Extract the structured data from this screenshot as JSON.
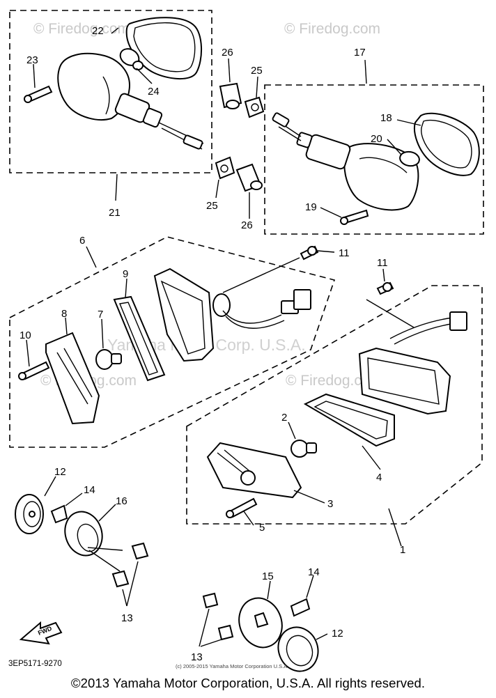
{
  "watermarks": {
    "top_left": "© Firedog.com",
    "top_right": "© Firedog.com",
    "mid_left": "© Firedog.com",
    "mid_right": "© Firedog.com",
    "center": "Yamaha Motor Corp. U.S.A."
  },
  "callouts": {
    "c1": "1",
    "c2": "2",
    "c3": "3",
    "c4": "4",
    "c5": "5",
    "c6": "6",
    "c7": "7",
    "c8": "8",
    "c9": "9",
    "c10": "10",
    "c11a": "11",
    "c11b": "11",
    "c12a": "12",
    "c12b": "12",
    "c13a": "13",
    "c13b": "13",
    "c14a": "14",
    "c14b": "14",
    "c15": "15",
    "c16": "16",
    "c17": "17",
    "c18": "18",
    "c19": "19",
    "c20": "20",
    "c21": "21",
    "c22": "22",
    "c23": "23",
    "c24": "24",
    "c25a": "25",
    "c25b": "25",
    "c26a": "26",
    "c26b": "26"
  },
  "fwd_label": "FWD",
  "diagram_code": "3EP5171-9270",
  "small_copyright": "(c) 2005-2015 Yamaha Motor Corporation U.S.A.",
  "footer": "©2013 Yamaha Motor Corporation, U.S.A. All rights reserved."
}
